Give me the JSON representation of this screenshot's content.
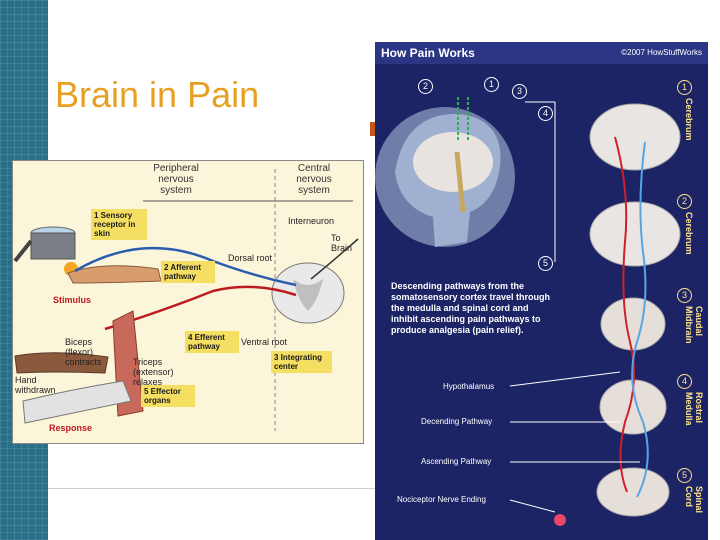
{
  "slide": {
    "title": "Brain in Pain",
    "colors": {
      "background": "#2a6f88",
      "title": "#e8a023"
    }
  },
  "left_figure": {
    "headers": {
      "peripheral": "Peripheral nervous system",
      "central": "Central nervous system"
    },
    "labels": {
      "sensory": "1 Sensory receptor in skin",
      "afferent": "2 Afferent pathway",
      "efferent": "4 Efferent pathway",
      "integrating": "3 Integrating center",
      "effector": "5 Effector organs",
      "stimulus": "Stimulus",
      "response": "Response",
      "dorsal_root": "Dorsal root",
      "interneuron": "Interneuron",
      "to_brain": "To Brain",
      "ventral_root": "Ventral root",
      "biceps": "Biceps (flexor) contracts",
      "triceps": "Triceps (extensor) relaxes",
      "hand_withdrawn": "Hand withdrawn"
    }
  },
  "right_figure": {
    "title": "How Pain Works",
    "copyright": "©2007 HowStuffWorks",
    "description": "Descending pathways from the somatosensory cortex travel through the medulla and spinal cord and inhibit ascending pain pathways to produce analgesia (pain relief).",
    "pointer_labels": [
      "Hypothalamus",
      "Decending Pathway",
      "Ascending Pathway",
      "Nociceptor Nerve Ending"
    ],
    "levels": [
      {
        "num": "1",
        "name": "Cerebrum"
      },
      {
        "num": "2",
        "name": "Cerebrum"
      },
      {
        "num": "3",
        "name": "Caudal Midbrain"
      },
      {
        "num": "4",
        "name": "Rostral Medulla"
      },
      {
        "num": "5",
        "name": "Spinal Cord"
      }
    ],
    "callouts": [
      "2",
      "1",
      "3",
      "4",
      "5"
    ]
  }
}
